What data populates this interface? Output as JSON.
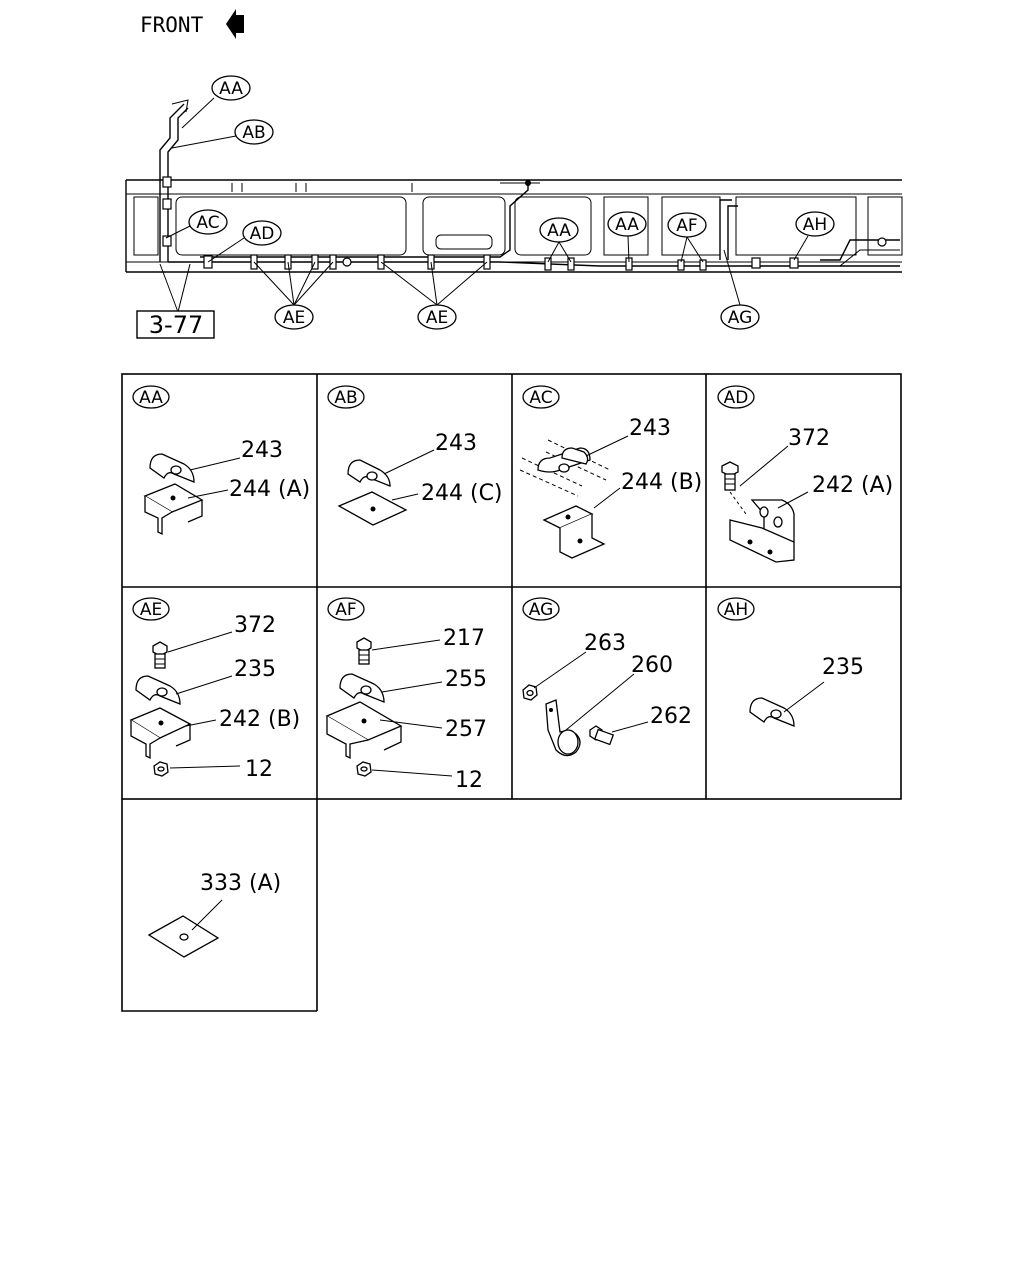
{
  "header": {
    "front_label": "FRONT",
    "front_icon": "arrow-left-icon"
  },
  "overview": {
    "reference_box": "3-77",
    "callouts": [
      {
        "id": "aa_top",
        "code": "AA"
      },
      {
        "id": "ab",
        "code": "AB"
      },
      {
        "id": "ac",
        "code": "AC"
      },
      {
        "id": "ad",
        "code": "AD"
      },
      {
        "id": "ae_left",
        "code": "AE"
      },
      {
        "id": "ae_right",
        "code": "AE"
      },
      {
        "id": "aa_mid1",
        "code": "AA"
      },
      {
        "id": "aa_mid2",
        "code": "AA"
      },
      {
        "id": "af",
        "code": "AF"
      },
      {
        "id": "ag",
        "code": "AG"
      },
      {
        "id": "ah",
        "code": "AH"
      }
    ]
  },
  "details": [
    {
      "code": "AA",
      "parts": [
        "243",
        "244 (A)"
      ]
    },
    {
      "code": "AB",
      "parts": [
        "243",
        "244 (C)"
      ]
    },
    {
      "code": "AC",
      "parts": [
        "243",
        "244 (B)"
      ]
    },
    {
      "code": "AD",
      "parts": [
        "372",
        "242 (A)"
      ]
    },
    {
      "code": "AE",
      "parts": [
        "372",
        "235",
        "242 (B)",
        "12"
      ]
    },
    {
      "code": "AF",
      "parts": [
        "217",
        "255",
        "257",
        "12"
      ]
    },
    {
      "code": "AG",
      "parts": [
        "263",
        "260",
        "262"
      ]
    },
    {
      "code": "AH",
      "parts": [
        "235"
      ]
    },
    {
      "code": "",
      "parts": [
        "333 (A)"
      ]
    }
  ]
}
